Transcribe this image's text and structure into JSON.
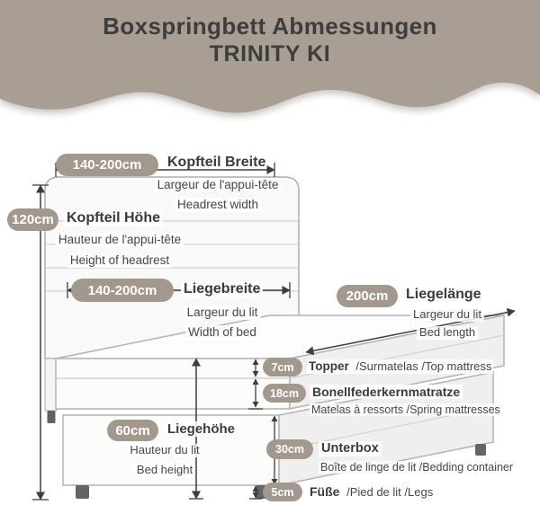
{
  "header": {
    "title_line1": "Boxspringbett Abmessungen",
    "title_line2": "TRINITY KI"
  },
  "colors": {
    "header_wave": "#a89e94",
    "badge": "#a2988e",
    "text": "#3b3b3b"
  },
  "dimensions": {
    "headrest_width": {
      "value": "140-200cm",
      "de": "Kopfteil Breite",
      "fr": "Largeur de l'appui-tête",
      "en": "Headrest width"
    },
    "headrest_height": {
      "value": "120cm",
      "de": "Kopfteil Höhe",
      "fr": "Hauteur de l'appui-tête",
      "en": "Height of headrest"
    },
    "bed_width": {
      "value": "140-200cm",
      "de": "Liegebreite",
      "fr": "Largeur du lit",
      "en": "Width of bed"
    },
    "bed_length": {
      "value": "200cm",
      "de": "Liegelänge",
      "fr": "Largeur du lit",
      "en": "Bed length"
    },
    "topper": {
      "value": "7cm",
      "de": "Topper",
      "rest": "/Surmatelas /Top mattress"
    },
    "mattress": {
      "value": "18cm",
      "de": "Bonellfederkernmatratze",
      "rest": "Matelas à ressorts /Spring mattresses"
    },
    "bed_height": {
      "value": "60cm",
      "de": "Liegehöhe",
      "fr": "Hauteur du lit",
      "en": "Bed height"
    },
    "underbox": {
      "value": "30cm",
      "de": "Unterbox",
      "rest": "Boîte de linge de lit /Bedding container"
    },
    "legs": {
      "value": "5cm",
      "de": "Füße",
      "rest": "/Pied de lit /Legs"
    }
  }
}
